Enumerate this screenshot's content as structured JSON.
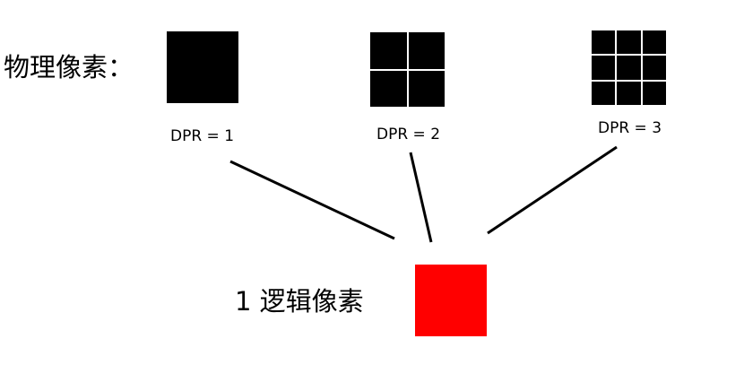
{
  "physical_label": "物理像素：",
  "dpr_labels": [
    "DPR = 1",
    "DPR = 2",
    "DPR = 3"
  ],
  "grid_sizes": [
    1,
    2,
    3
  ],
  "logical_label": "1 逻辑像素",
  "colors": {
    "physical": "#000000",
    "logical": "#ff0000",
    "connector": "#000000"
  }
}
